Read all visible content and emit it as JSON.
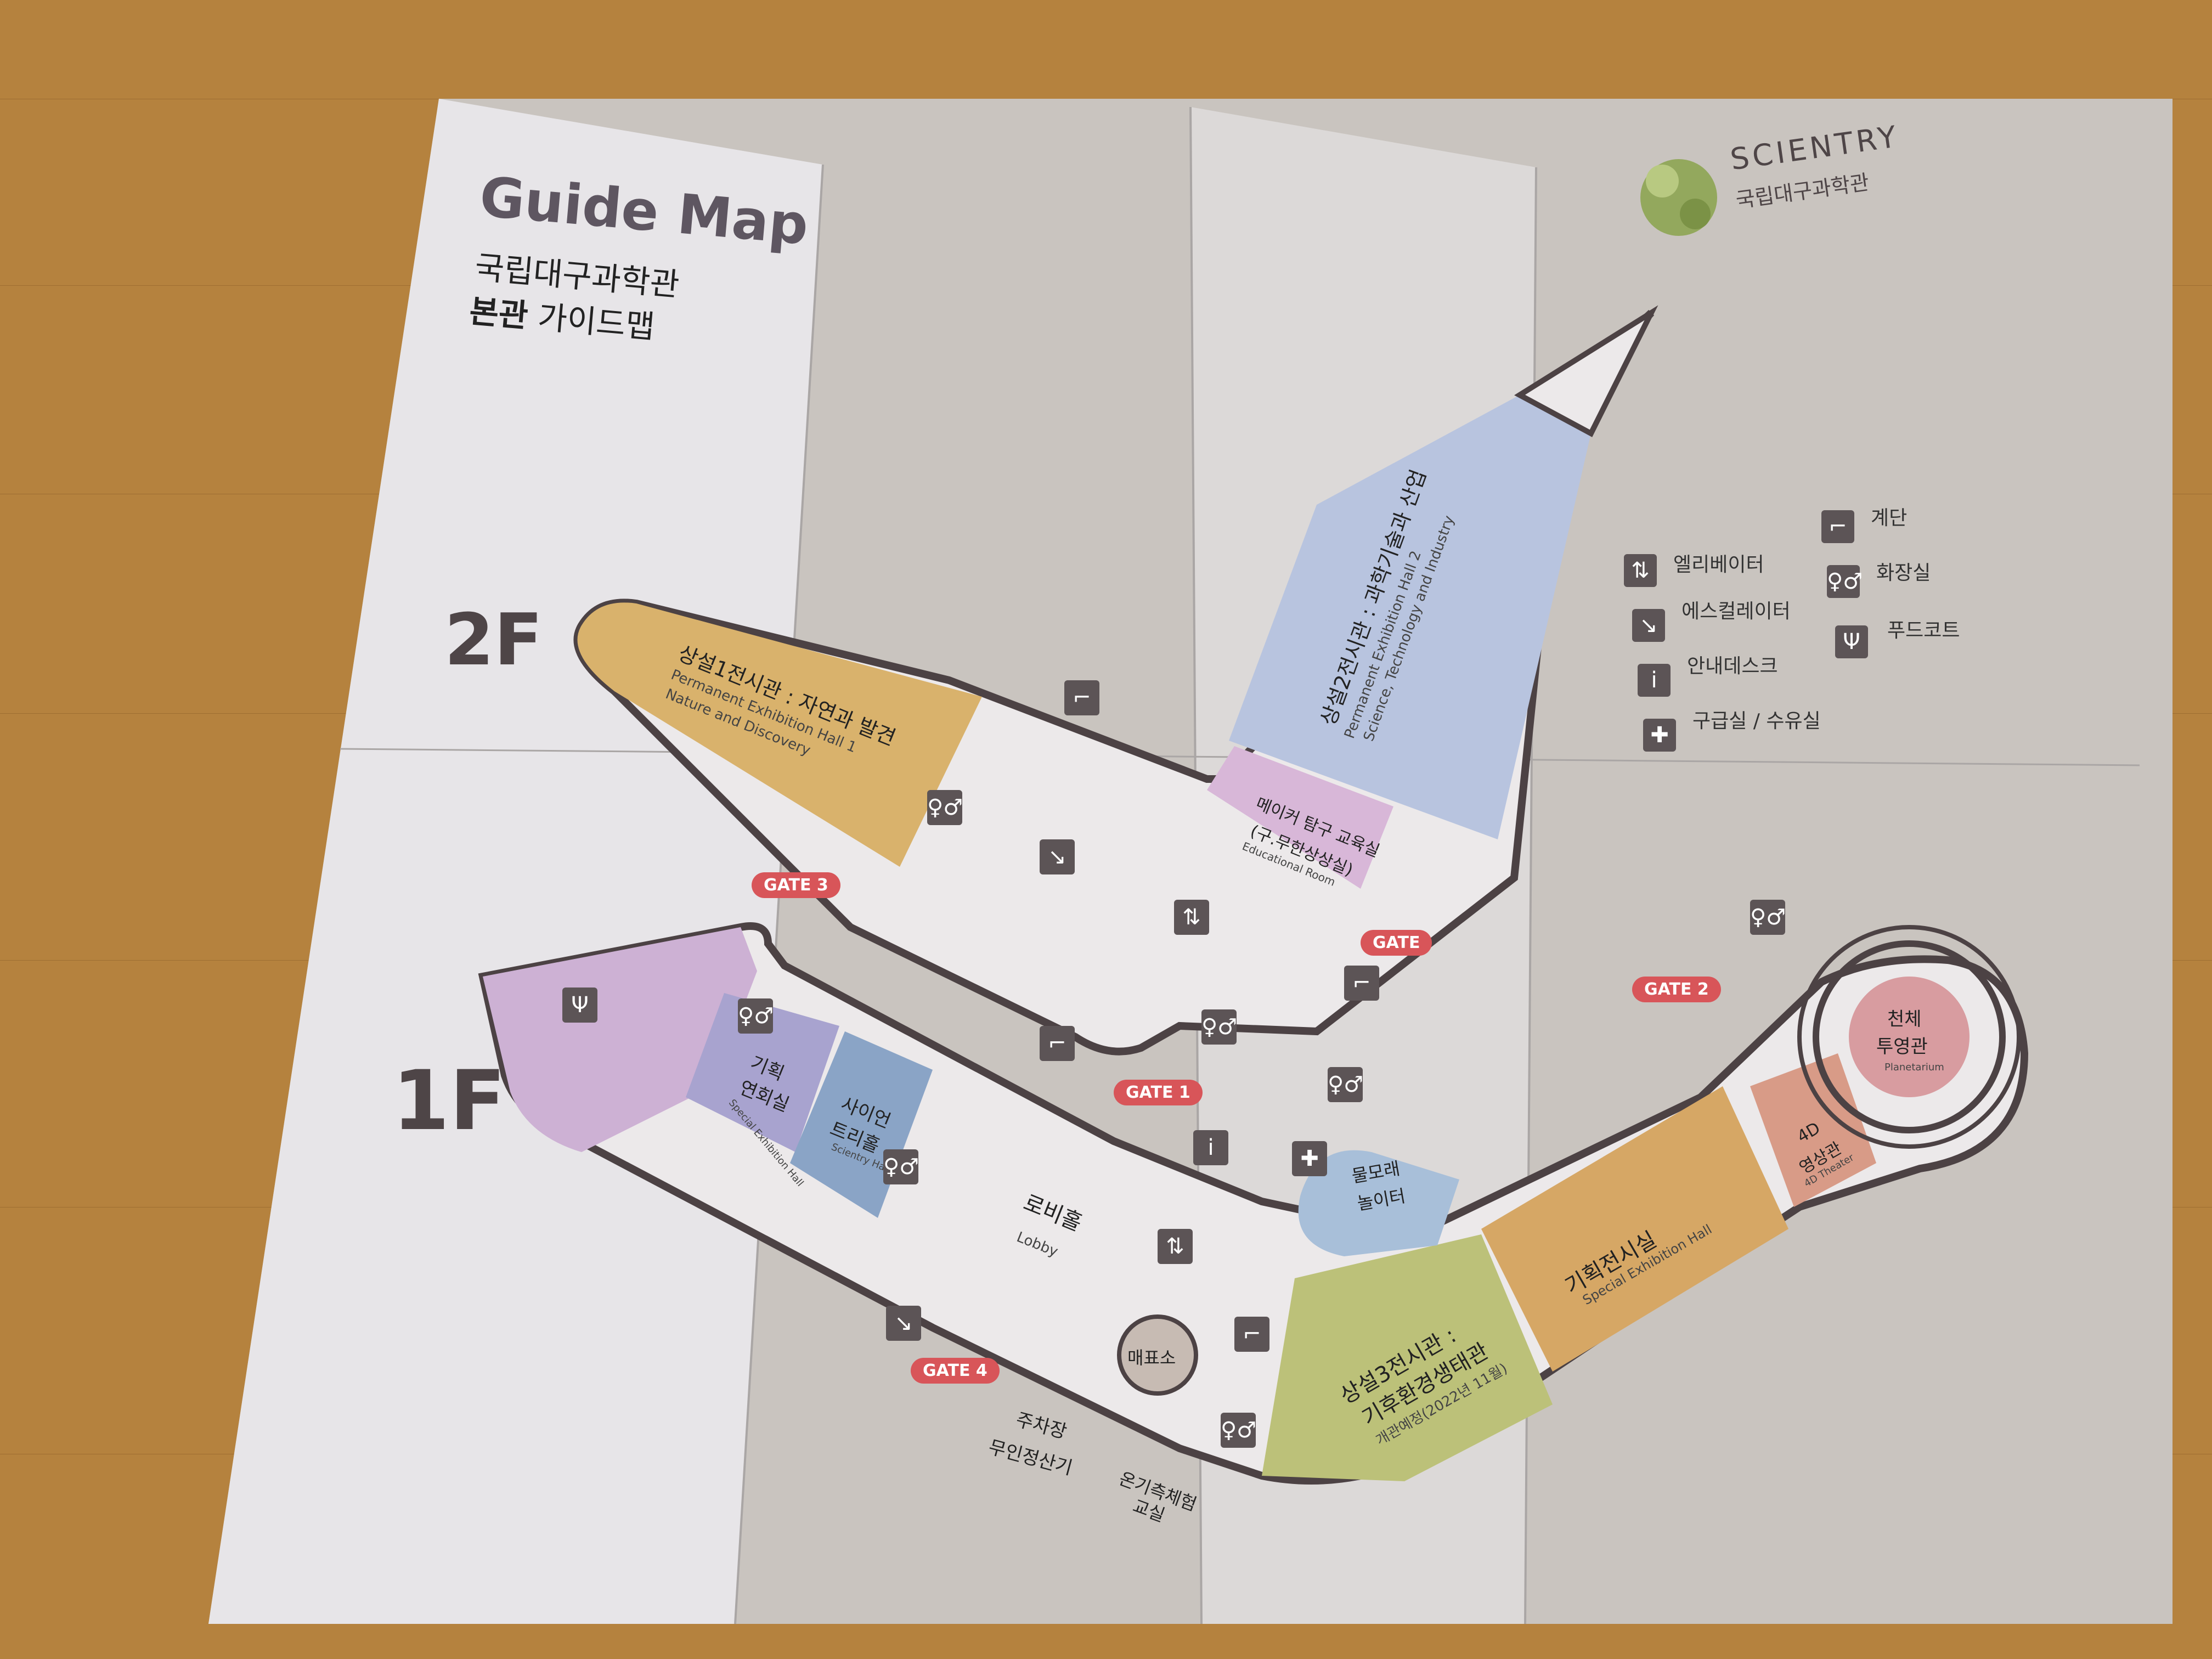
{
  "header": {
    "title": "Guide Map",
    "subtitle_line1": "국립대구과학관",
    "subtitle_bold": "본관",
    "subtitle_rest": "가이드맵"
  },
  "logo": {
    "brand": "SCIENTRY",
    "name_kr": "국립대구과학관"
  },
  "floors": {
    "second": "2F",
    "first": "1F"
  },
  "rooms_2f": {
    "hall1_kr": "상설1전시관 : 자연과 발견",
    "hall1_en1": "Permanent Exhibition Hall 1",
    "hall1_en2": "Nature and Discovery",
    "hall2_kr": "상설2전시관 : 과학기술과 산업",
    "hall2_en1": "Permanent Exhibition Hall 2",
    "hall2_en2": "Science, Technology and Industry",
    "maker_kr1": "메이커 탐구 교육실",
    "maker_kr2": "(구.무한상상실)",
    "maker_en": "Educational Room"
  },
  "rooms_1f": {
    "special_room_kr1": "기획",
    "special_room_kr2": "연회실",
    "special_room_en": "Special Exhibition Hall",
    "scientree_kr1": "사이언",
    "scientree_kr2": "트리홀",
    "scientree_en": "Scientry Hall",
    "lobby_kr": "로비홀",
    "lobby_en": "Lobby",
    "shop": "매표소",
    "sand_kr1": "물모래",
    "sand_kr2": "놀이터",
    "hall3_kr1": "상설3전시관 :",
    "hall3_kr2": "기후환경생태관",
    "hall3_note": "개관예정(2022년 11월)",
    "special_kr": "기획전시실",
    "special_en": "Special Exhibition Hall",
    "theater4d_kr1": "4D",
    "theater4d_kr2": "영상관",
    "theater4d_en": "4D Theater",
    "planet_kr1": "천체",
    "planet_kr2": "투영관",
    "planet_en": "Planetarium",
    "parking_kr1": "주차장",
    "parking_kr2": "무인정산기",
    "temp_kr1": "온기측체험",
    "temp_kr2": "교실"
  },
  "gates": {
    "g1": "GATE 1",
    "g2": "GATE 2",
    "g3": "GATE 3",
    "g4": "GATE 4",
    "g": "GATE"
  },
  "legend": [
    {
      "icon": "elevator-icon",
      "label": "엘리베이터"
    },
    {
      "icon": "escalator-icon",
      "label": "에스컬레이터"
    },
    {
      "icon": "info-icon",
      "label": "안내데스크"
    },
    {
      "icon": "first-aid-icon",
      "label": "구급실 / 수유실"
    },
    {
      "icon": "stairs-icon",
      "label": "계단"
    },
    {
      "icon": "restroom-icon",
      "label": "화장실"
    },
    {
      "icon": "food-court-icon",
      "label": "푸드코트"
    }
  ],
  "colors": {
    "floor_wood": "#b5823e",
    "paper_white": "#e7e5e8",
    "paper_gray": "#c9c4bf",
    "hall1": "#d9b26c",
    "hall2": "#b8c4df",
    "maker": "#d8b7d8",
    "food": "#cdb1d4",
    "special_room": "#a8a3cf",
    "scientree": "#8aa4c6",
    "hall3": "#bcc179",
    "special": "#d6a765",
    "theater4d": "#d89b87",
    "planet": "#d89ca0",
    "sand": "#a8bfd9",
    "gate": "#d85559",
    "icon": "#5c5456"
  }
}
